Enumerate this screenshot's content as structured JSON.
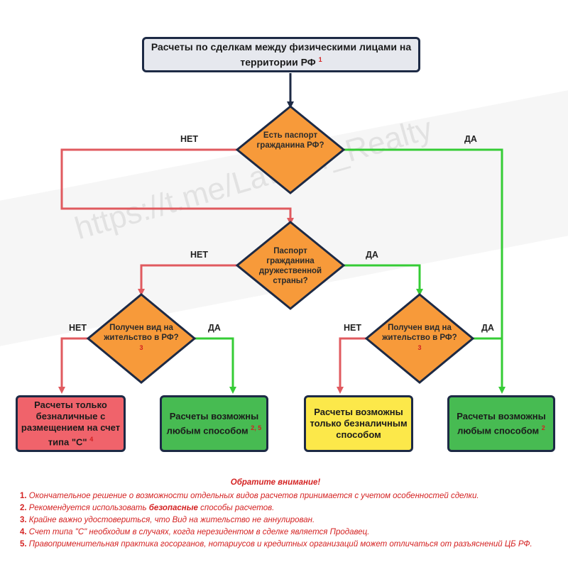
{
  "watermark": "https://t.me/Lawyer_Realty",
  "title": {
    "text": "Расчеты по сделкам между физическими лицами на территории РФ",
    "ref": "1"
  },
  "decisions": {
    "d1": "Есть паспорт гражданина РФ?",
    "d2": "Паспорт гражданина дружественной страны?",
    "d3": {
      "text": "Получен вид на жительство в РФ?",
      "ref": "3"
    },
    "d4": {
      "text": "Получен вид на жительство в РФ?",
      "ref": "3"
    }
  },
  "edge_labels": {
    "no": "НЕТ",
    "yes": "ДА"
  },
  "outcomes": {
    "red": {
      "text": "Расчеты только безналичные с размещением на счет типа \"С\"",
      "ref": "4"
    },
    "green1": {
      "text": "Расчеты возможны любым способом",
      "ref": "2, 5"
    },
    "yellow": {
      "text": "Расчеты возможны только безналичным способом"
    },
    "green2": {
      "text": "Расчеты возможны любым способом",
      "ref": "2"
    }
  },
  "colors": {
    "navy": "#1d2a45",
    "red": "#e05a5f",
    "green": "#35cc35",
    "orange": "#f79a3a"
  },
  "notes": {
    "heading": "Обратите внимание!",
    "items": [
      {
        "num": "1.",
        "text": "Окончательное решение о возможности отдельных видов расчетов принимается с учетом особенностей сделки."
      },
      {
        "num": "2.",
        "pre": "Рекомендуется использовать",
        "em": "безопасные",
        "post": "способы расчетов."
      },
      {
        "num": "3.",
        "text": "Крайне важно удостовериться, что Вид на жительство не аннулирован."
      },
      {
        "num": "4.",
        "text": "Счет типа \"С\" необходим в случаях, когда нерезидентом в сделке является Продавец."
      },
      {
        "num": "5.",
        "text": "Правоприменительная практика госорганов, нотариусов и кредитных организаций может отличаться от разъяснений ЦБ РФ."
      }
    ]
  }
}
